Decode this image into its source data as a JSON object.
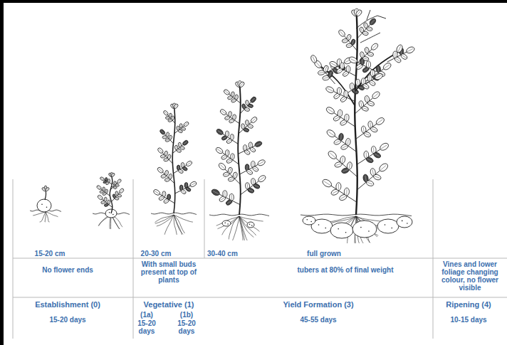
{
  "diagram": {
    "labels": [
      "15-20 cm",
      "20-30 cm",
      "30-40 cm",
      "full grown",
      "No flower ends",
      "With small buds present at top of plants",
      "tubers at 80% of final weight",
      "Vines and lower foliage changing colour, no flower visible",
      "Establishment (0)",
      "15-20 days",
      "Vegetative (1)",
      "(1a)",
      "(1b)",
      "15-20 days",
      "15-20 days",
      "Yield Formation (3)",
      "45-55 days",
      "Ripening (4)",
      "10-15 days"
    ]
  }
}
